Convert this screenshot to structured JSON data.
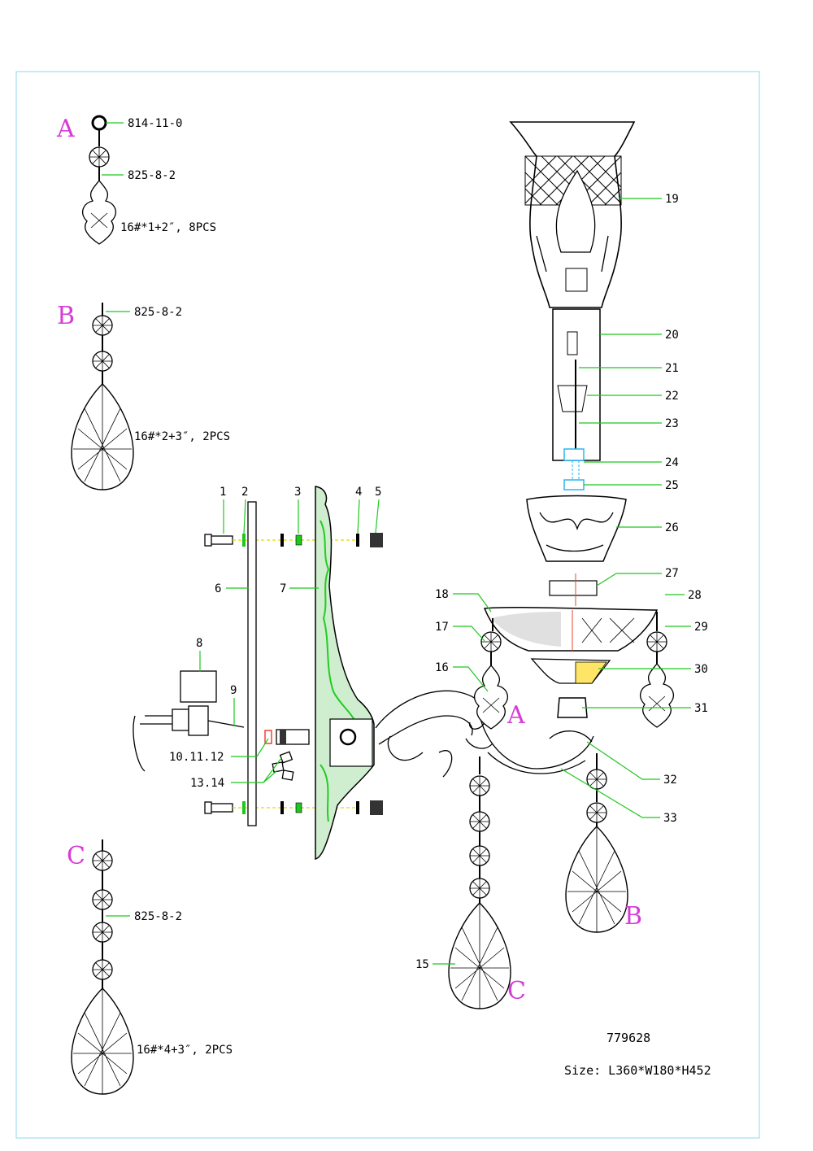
{
  "model_number": "779628",
  "size_text": "Size: L360*W180*H452",
  "colors": {
    "frame": "#9fe0f0",
    "leader": "#1ec81e",
    "letter": "#d63cd6",
    "backplate": "#22cc22"
  },
  "callouts": {
    "A": {
      "letter": "A",
      "part_top": "814-11-0",
      "part_chain": "825-8-2",
      "spec": "16#*1+2″,  8PCS"
    },
    "B": {
      "letter": "B",
      "part_chain": "825-8-2",
      "spec": "16#*2+3″,  2PCS"
    },
    "C": {
      "letter": "C",
      "part_chain": "825-8-2",
      "spec": "16#*4+3″,  2PCS"
    }
  },
  "part_labels": {
    "p1": "1",
    "p2": "2",
    "p3": "3",
    "p4": "4",
    "p5": "5",
    "p6": "6",
    "p7": "7",
    "p8": "8",
    "p9": "9",
    "p10": "10.11.12",
    "p13": "13.14",
    "p15": "15",
    "p16": "16",
    "p17": "17",
    "p18": "18",
    "p19": "19",
    "p20": "20",
    "p21": "21",
    "p22": "22",
    "p23": "23",
    "p24": "24",
    "p25": "25",
    "p26": "26",
    "p27": "27",
    "p28": "28",
    "p29": "29",
    "p30": "30",
    "p31": "31",
    "p32": "32",
    "p33": "33"
  },
  "inline_letters": {
    "a": "A",
    "b": "B",
    "c": "C"
  }
}
